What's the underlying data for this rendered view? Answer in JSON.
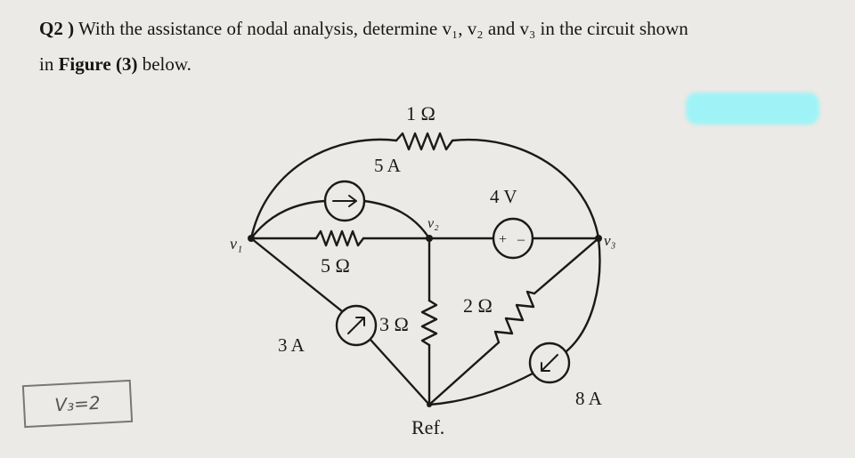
{
  "question": {
    "number": "Q2 )",
    "line1_rest": "With the assistance of nodal analysis, determine v₁, v₂ and v₃ in the circuit shown",
    "line2_start": "in",
    "figure_ref": "Figure (3)",
    "line2_end": "below."
  },
  "circuit": {
    "node_v1": "v₁",
    "node_v2": "v₂",
    "node_v3": "v₃",
    "ref_label": "Ref.",
    "r_top": "1 Ω",
    "r_left": "5 Ω",
    "r_mid": "3 Ω",
    "r_right": "2 Ω",
    "src_top": "5 A",
    "src_left": "3 A",
    "src_right": "8 A",
    "vsrc": "4 V",
    "vsrc_plus": "+",
    "vsrc_minus": "–"
  },
  "handwritten_note": "V₃=2",
  "colors": {
    "ink": "#1a1a1a",
    "paper": "#eceae6",
    "highlight": "#9ff3f6"
  }
}
